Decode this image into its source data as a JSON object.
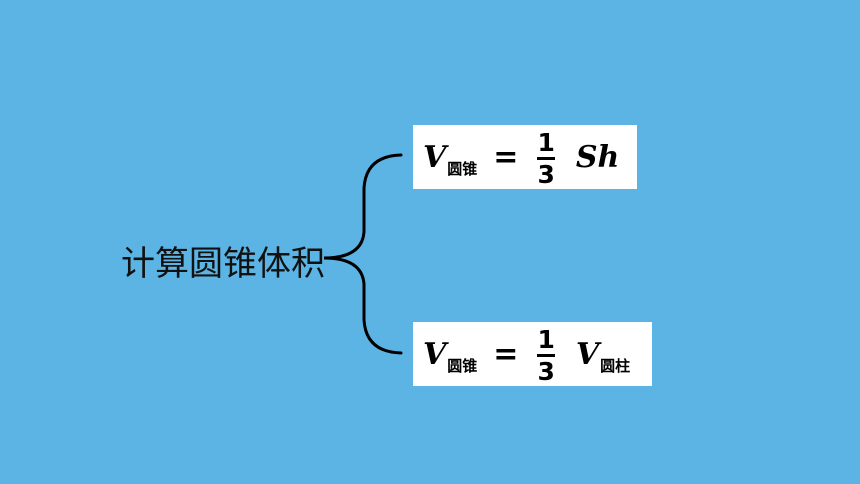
{
  "topic": "计算圆锥体积",
  "formulas": [
    {
      "lhs_var": "V",
      "lhs_sub": "圆锥",
      "equals": "=",
      "numerator": "1",
      "denominator": "3",
      "rhs_var": "Sh",
      "rhs_sub": ""
    },
    {
      "lhs_var": "V",
      "lhs_sub": "圆锥",
      "equals": "=",
      "numerator": "1",
      "denominator": "3",
      "rhs_var": "V",
      "rhs_sub": "圆柱"
    }
  ],
  "colors": {
    "background": "#5bb4e4",
    "box": "#ffffff",
    "text": "#000000"
  }
}
